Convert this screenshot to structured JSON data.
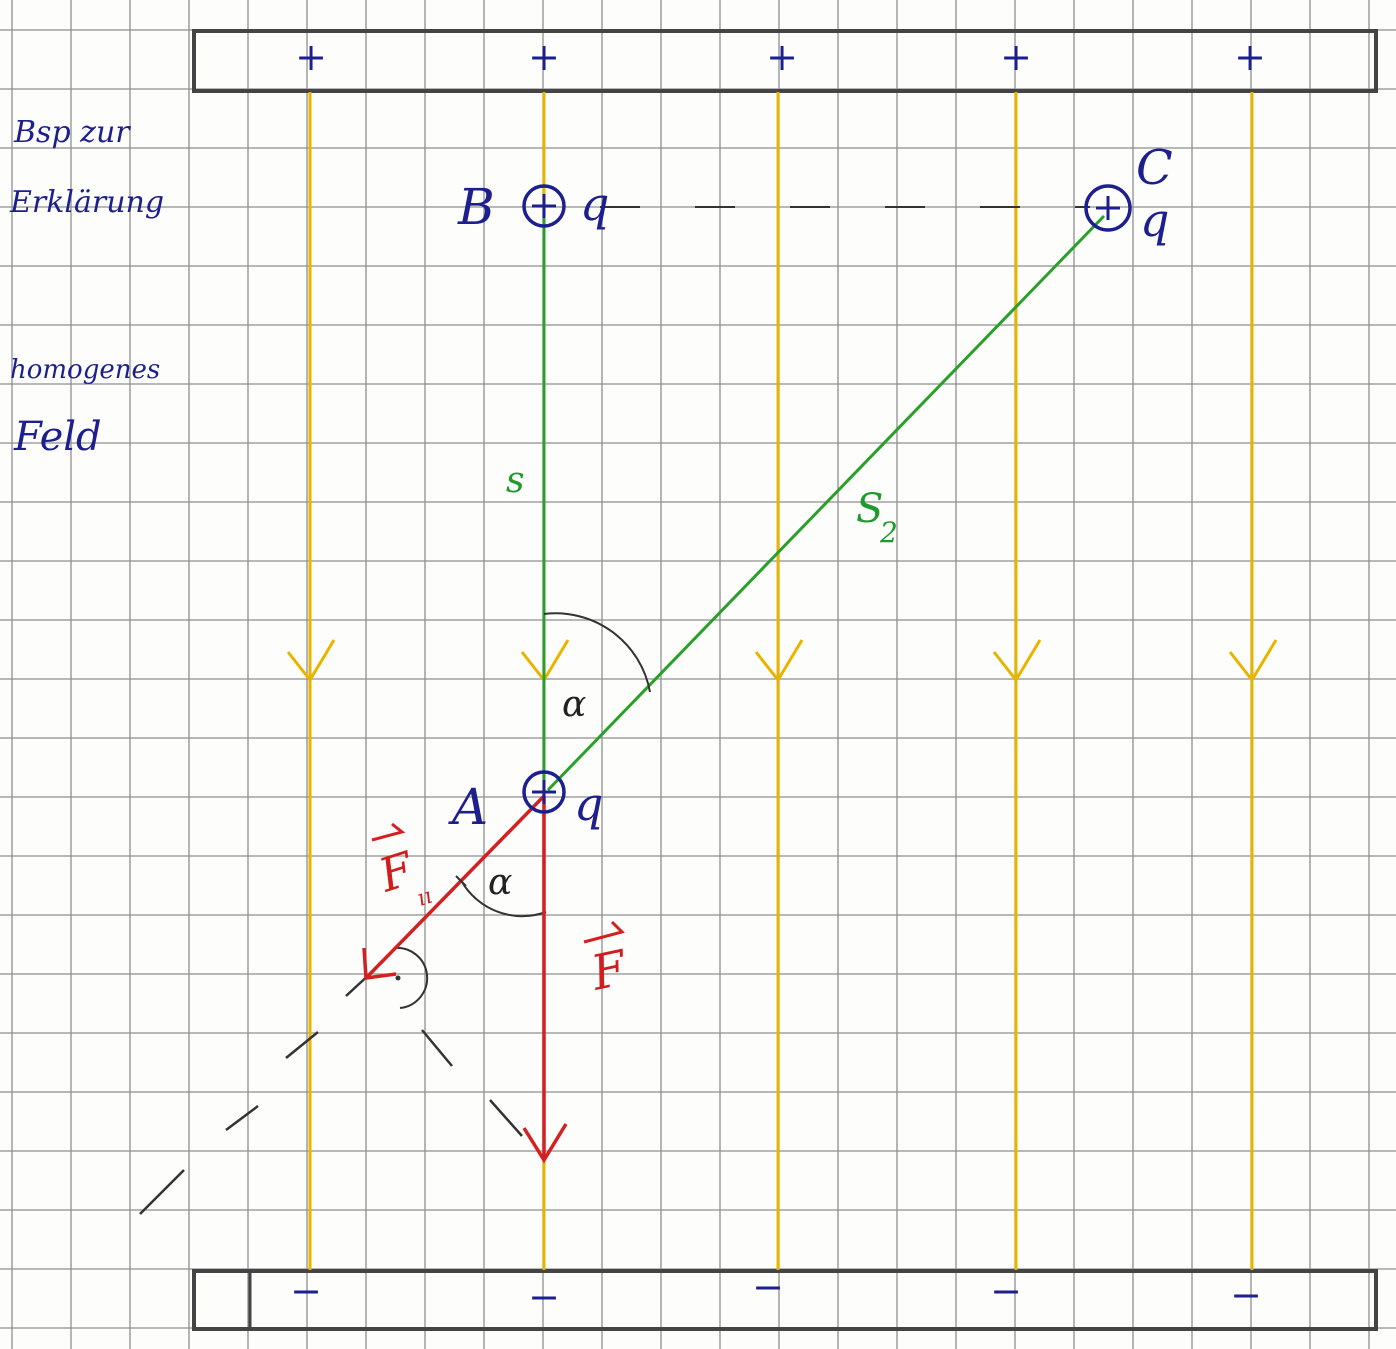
{
  "notes": {
    "line1": "Bsp zur",
    "line2": "Erklärung",
    "line3": "homogenes",
    "line4": "Feld"
  },
  "plates": {
    "top_sign": "+",
    "bottom_sign": "−"
  },
  "points": {
    "A": "A",
    "B": "B",
    "C": "C",
    "charge": "q"
  },
  "labels": {
    "s": "s",
    "s2": "S",
    "s2_sub": "2",
    "alpha": "α",
    "F": "F",
    "F_parallel": "F",
    "F_parallel_sub": "ıı"
  },
  "colors": {
    "field_lines": "#e8b400",
    "path": "#2aa02a",
    "force": "#d42020",
    "charge": "#1d1f8f",
    "grid": "#8f8f8f"
  },
  "icons": {
    "field_arrow": "chevron-down-icon",
    "positive_charge": "circled-plus-icon"
  }
}
